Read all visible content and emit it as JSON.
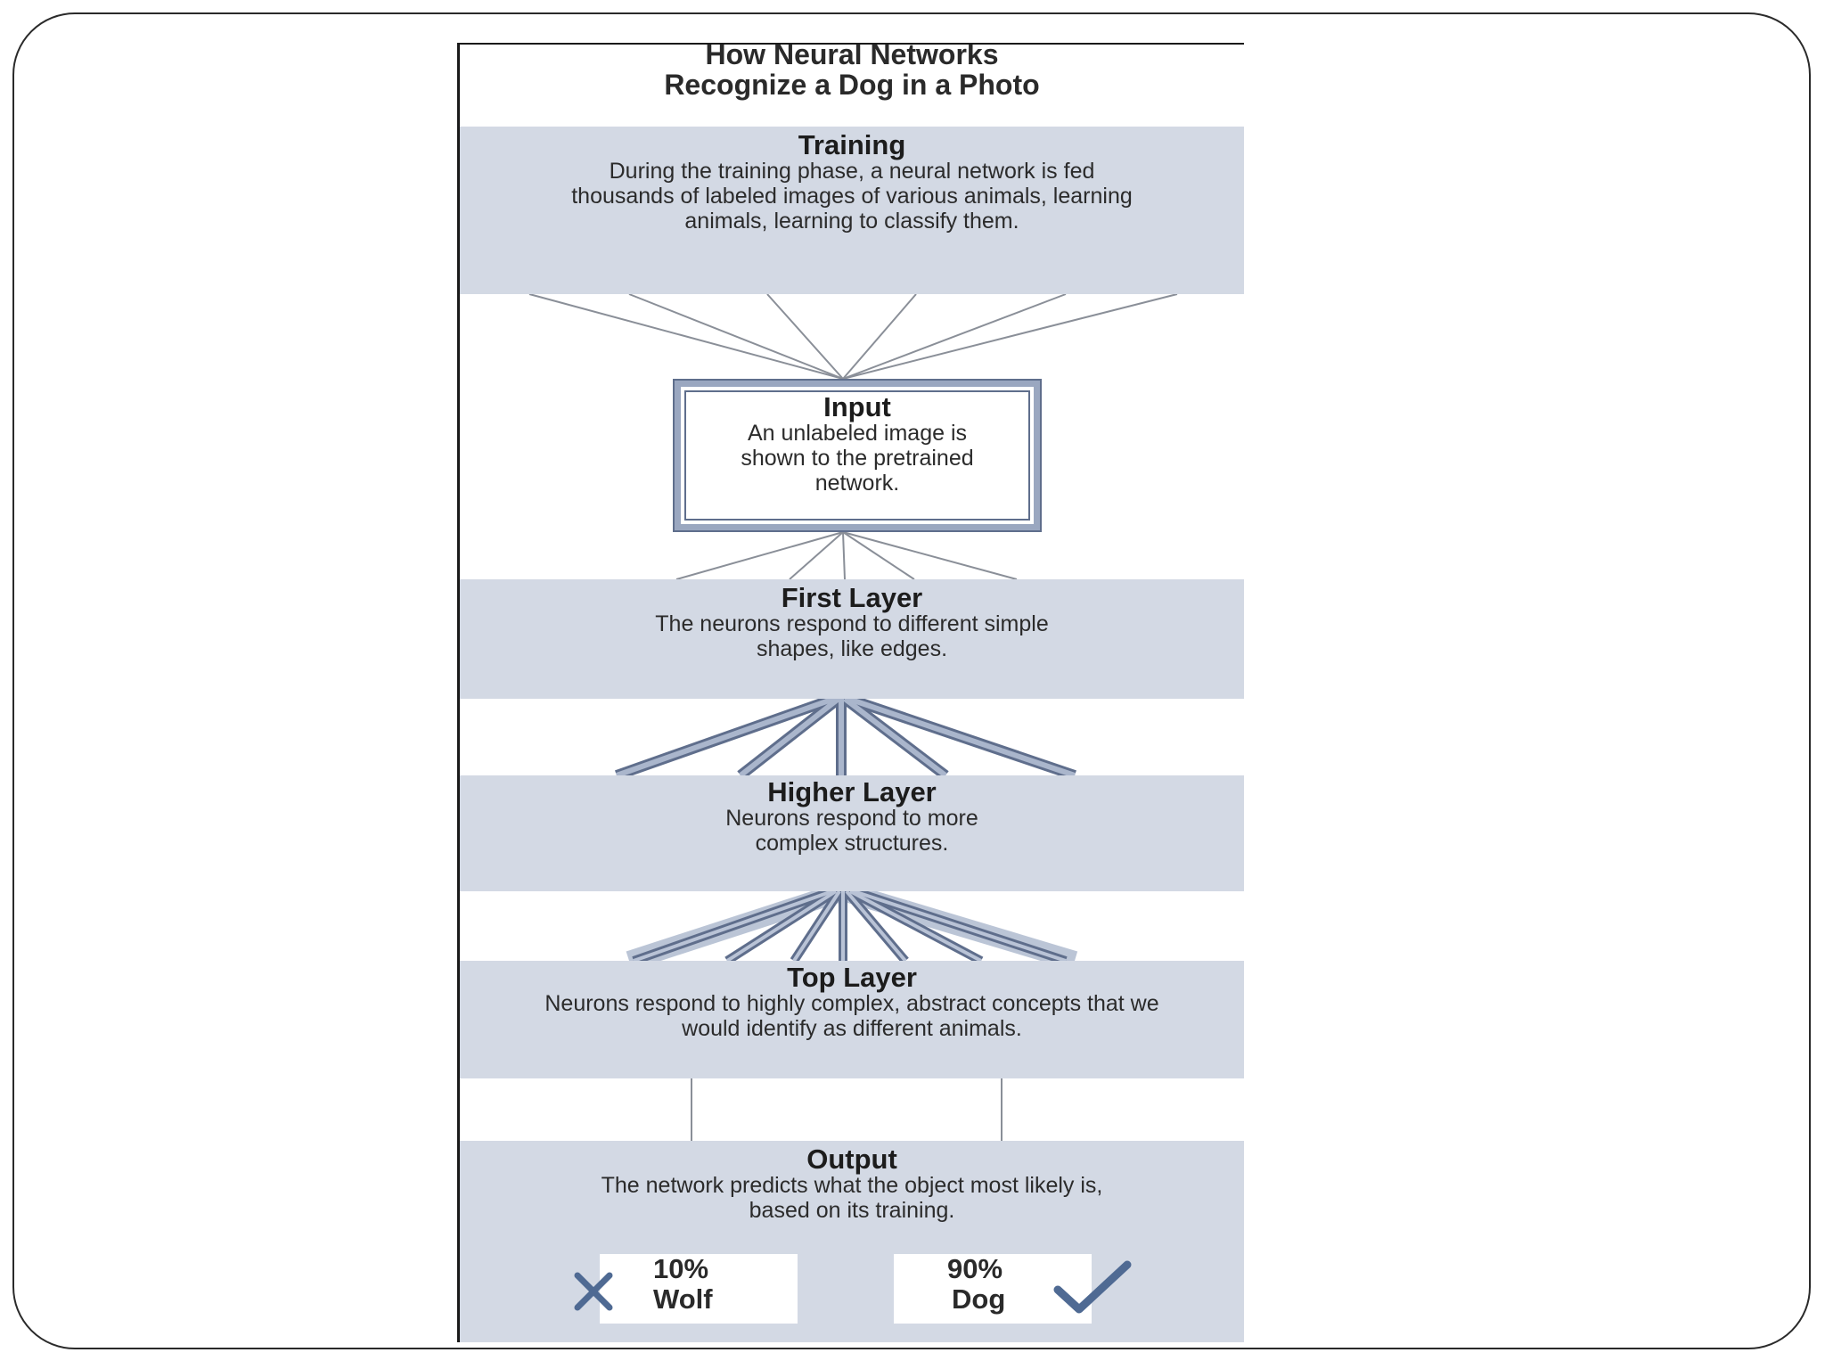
{
  "title": {
    "line1": "How Neural Networks",
    "line2": "Recognize a Dog in a Photo"
  },
  "stages": {
    "training": {
      "heading": "Training",
      "text": "During the training phase, a neural network is fed thousands of labeled images of various animals, learning animals, learning to classify them."
    },
    "input": {
      "heading": "Input",
      "text": "An unlabeled image is shown to the pretrained network."
    },
    "first_layer": {
      "heading": "First Layer",
      "text": "The neurons respond to different simple shapes, like edges."
    },
    "higher_layer": {
      "heading": "Higher Layer",
      "text": "Neurons respond to more complex structures."
    },
    "top_layer": {
      "heading": "Top Layer",
      "text": "Neurons respond to highly complex, abstract concepts that we would identify as different animals."
    },
    "output": {
      "heading": "Output",
      "text": "The network predicts what the object most likely is, based on its training."
    }
  },
  "results": {
    "wolf": {
      "percent": "10%",
      "label": "Wolf",
      "icon": "cross-icon"
    },
    "dog": {
      "percent": "90%",
      "label": "Dog",
      "icon": "checkmark-icon"
    }
  },
  "colors": {
    "band": "#d3d9e4",
    "connector_thick": "#5f6e8c",
    "connector_halo": "#aab6cc",
    "connector_thin": "#8a8f98",
    "mark": "#4f6a93"
  }
}
